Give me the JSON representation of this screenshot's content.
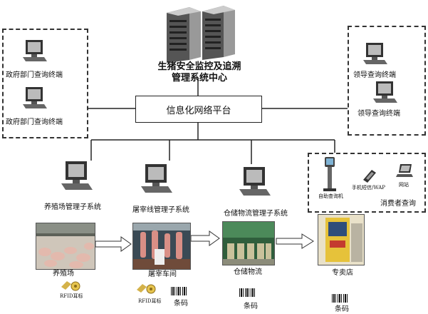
{
  "center": {
    "title_line1": "生猪安全监控及追溯",
    "title_line2": "管理系统中心"
  },
  "platform": {
    "label": "信息化网络平台"
  },
  "gov": {
    "terminal1": "政府部门查询终端",
    "terminal2": "政府部门查询终端"
  },
  "leader": {
    "terminal1": "领导查询终端",
    "terminal2": "领导查询终端"
  },
  "subsystems": {
    "farm": "养殖场管理子系统",
    "slaughter": "屠宰线管理子系统",
    "storage": "仓储物流管理子系统"
  },
  "consumer": {
    "kiosk": "自助查询机",
    "phone": "手机短信/WAP",
    "web": "网站",
    "title": "消费者查询"
  },
  "stages": {
    "farm": "养殖场",
    "slaughter": "屠宰车间",
    "storage": "仓储物流",
    "shop": "专卖店"
  },
  "tags": {
    "rfid1": "RFID耳标",
    "rfid2": "RFID耳标",
    "barcode1": "条码",
    "barcode2": "条码",
    "barcode3": "条码"
  }
}
